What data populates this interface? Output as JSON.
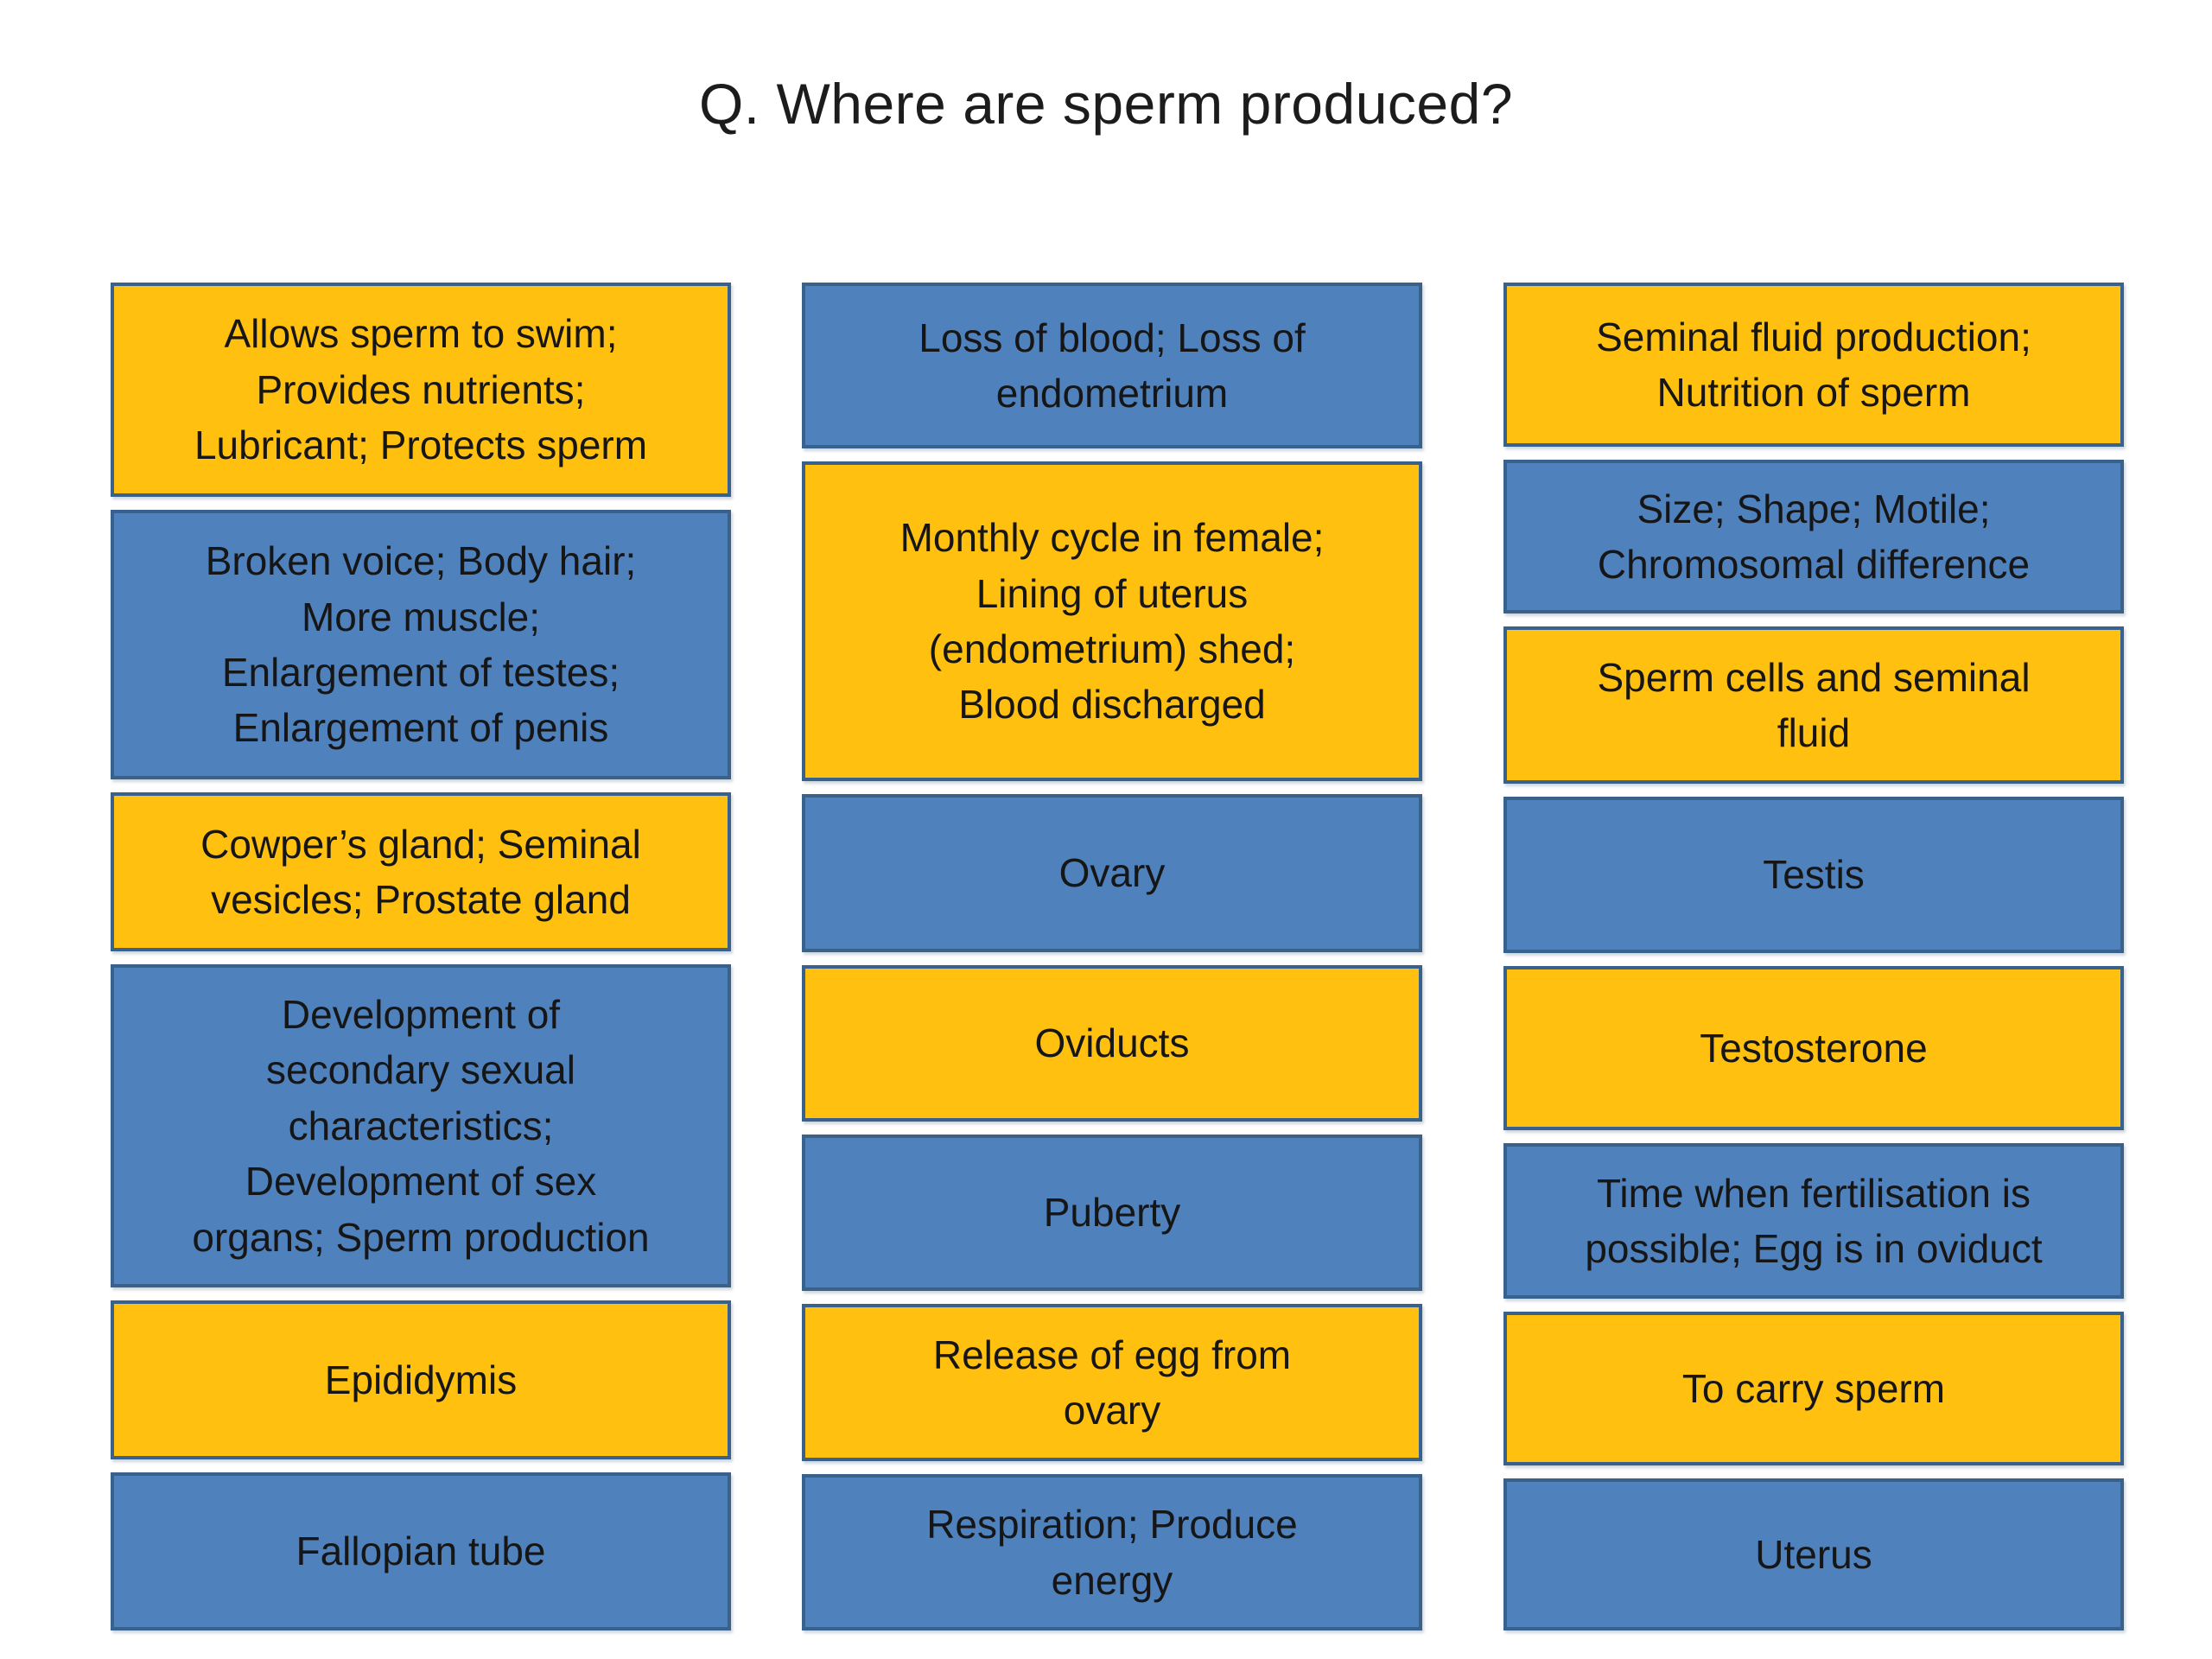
{
  "slide": {
    "title": "Q. Where are sperm produced?",
    "colors": {
      "gold": "#FFC010",
      "blue": "#4F81BD",
      "border": "#38618C",
      "text": "#161616"
    },
    "columns": [
      {
        "boxes": [
          {
            "text": "Allows sperm to swim;\nProvides nutrients;\nLubricant; Protects sperm",
            "color": "gold"
          },
          {
            "text": "Broken voice; Body hair;\nMore muscle;\nEnlargement of testes;\nEnlargement of penis",
            "color": "blue"
          },
          {
            "text": "Cowper’s gland; Seminal\nvesicles; Prostate gland",
            "color": "gold"
          },
          {
            "text": "Development of\nsecondary sexual\ncharacteristics;\nDevelopment of sex\norgans; Sperm production",
            "color": "blue"
          },
          {
            "text": "Epididymis",
            "color": "gold"
          },
          {
            "text": "Fallopian tube",
            "color": "blue"
          }
        ]
      },
      {
        "boxes": [
          {
            "text": "Loss of blood; Loss of\nendometrium",
            "color": "blue"
          },
          {
            "text": "Monthly cycle in female;\nLining of uterus\n(endometrium) shed;\nBlood discharged",
            "color": "gold"
          },
          {
            "text": "Ovary",
            "color": "blue"
          },
          {
            "text": "Oviducts",
            "color": "gold"
          },
          {
            "text": "Puberty",
            "color": "blue"
          },
          {
            "text": "Release of egg from\novary",
            "color": "gold"
          },
          {
            "text": "Respiration; Produce\nenergy",
            "color": "blue"
          }
        ]
      },
      {
        "boxes": [
          {
            "text": "Seminal fluid production;\nNutrition of sperm",
            "color": "gold"
          },
          {
            "text": "Size; Shape; Motile;\nChromosomal difference",
            "color": "blue"
          },
          {
            "text": "Sperm cells and seminal\nfluid",
            "color": "gold"
          },
          {
            "text": "Testis",
            "color": "blue"
          },
          {
            "text": "Testosterone",
            "color": "gold"
          },
          {
            "text": "Time when fertilisation is\npossible; Egg is in oviduct",
            "color": "blue"
          },
          {
            "text": "To carry sperm",
            "color": "gold"
          },
          {
            "text": "Uterus",
            "color": "blue"
          }
        ]
      }
    ]
  }
}
